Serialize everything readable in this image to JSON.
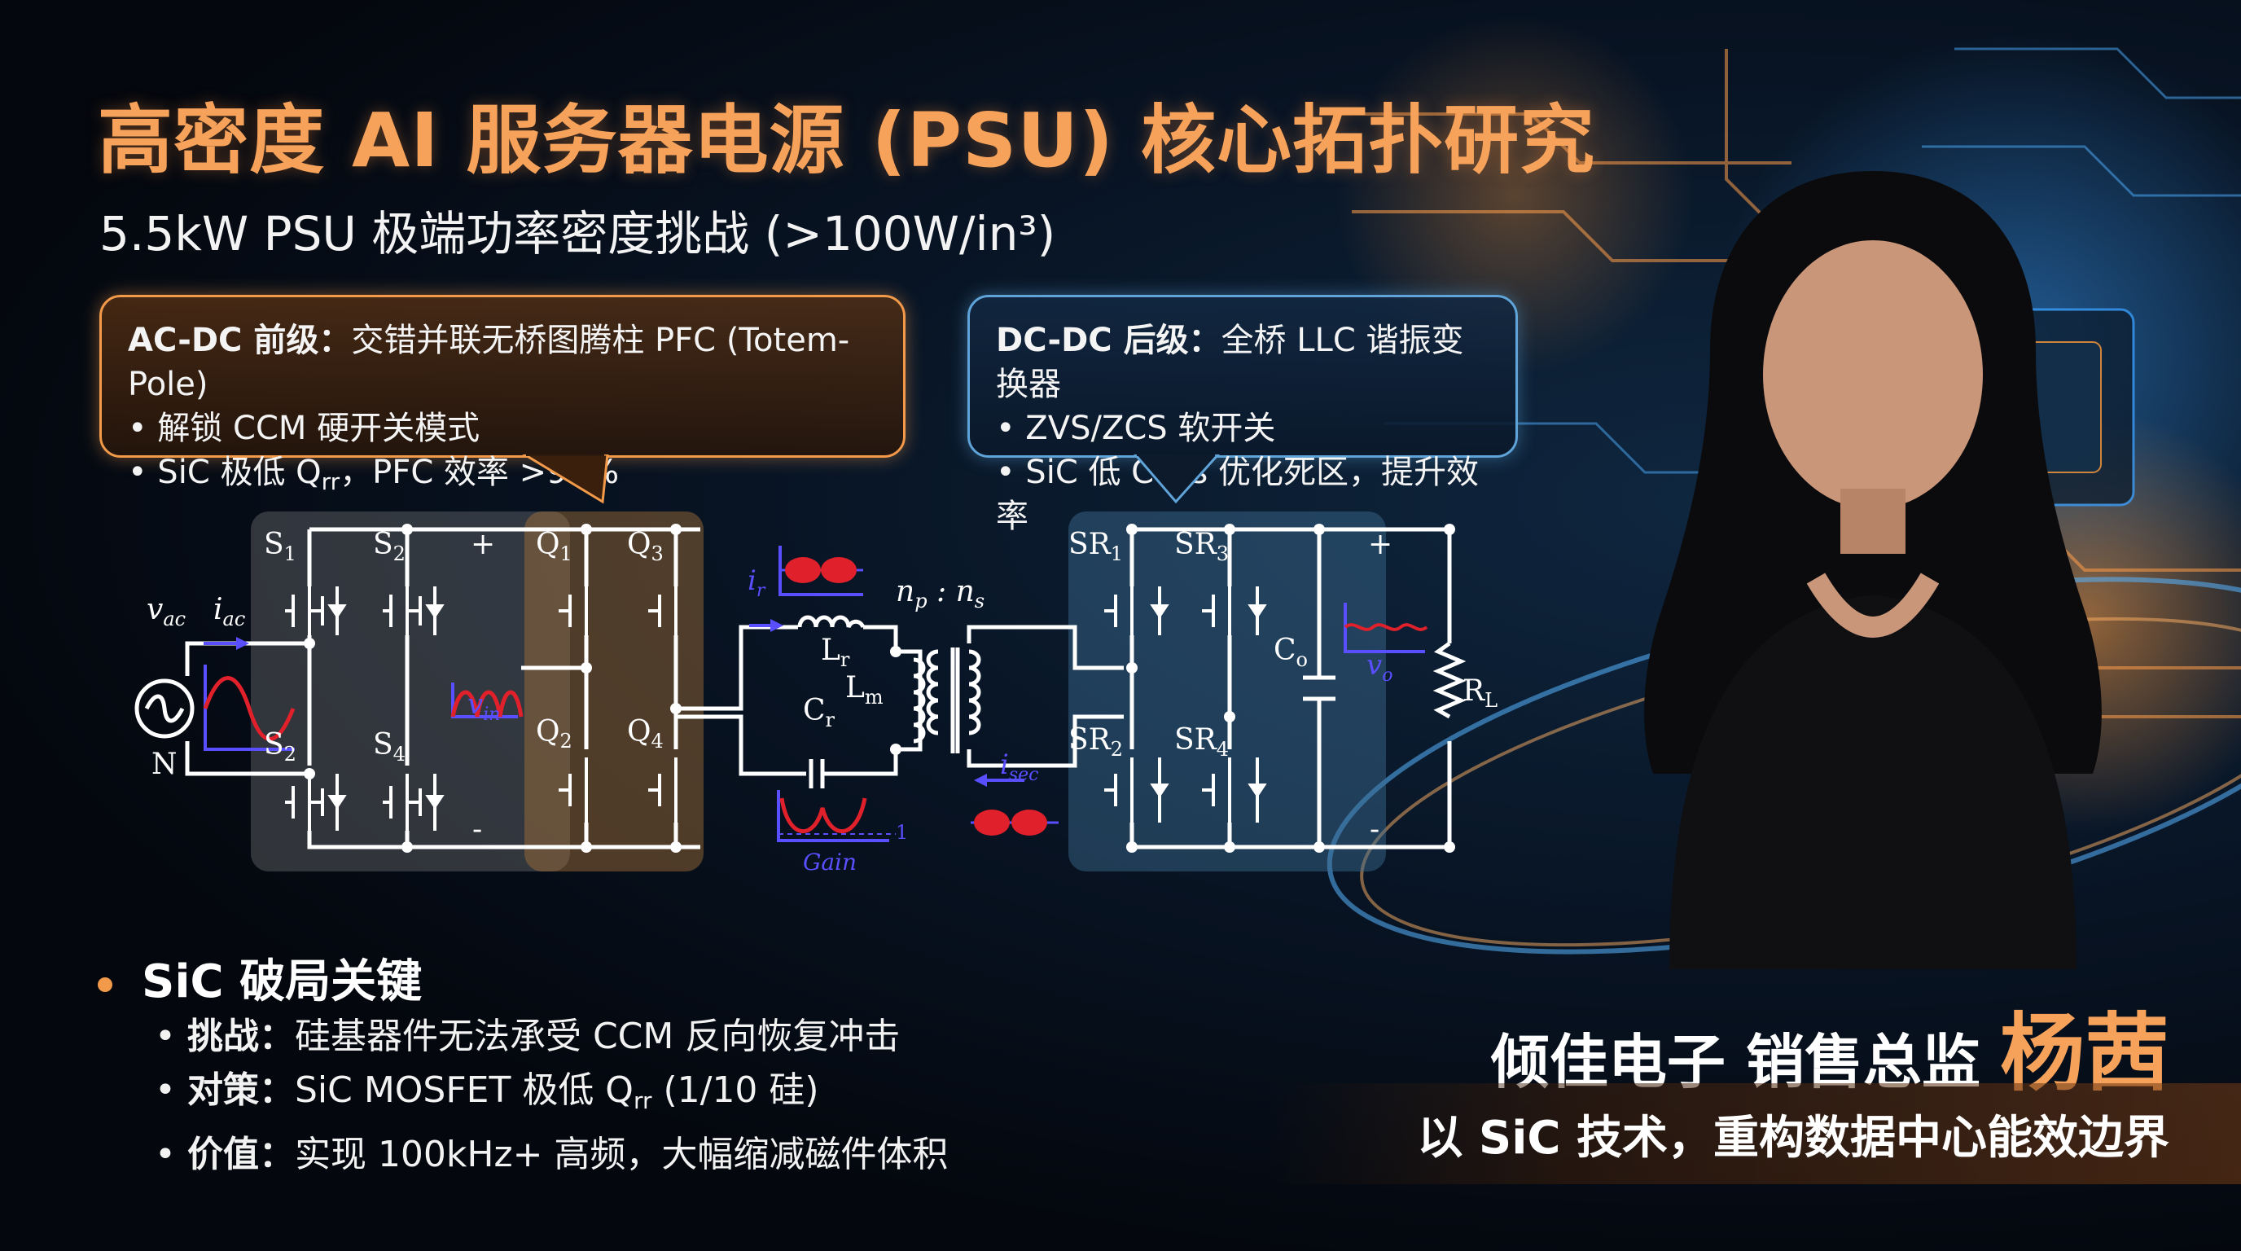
{
  "header": {
    "title": "高密度 AI 服务器电源 (PSU) 核心拓扑研究",
    "subtitle": "5.5kW PSU 极端功率密度挑战 (>100W/in³)"
  },
  "callout_left": {
    "head_bold": "AC-DC 前级：",
    "head_rest": "交错并联无桥图腾柱 PFC (Totem-Pole)",
    "item1": "• 解锁 CCM 硬开关模式",
    "item2_pre": "• SiC 极低 Q",
    "item2_sub": "rr",
    "item2_post": "，PFC 效率 >99%"
  },
  "callout_right": {
    "head_bold": "DC-DC 后级：",
    "head_rest": "全桥 LLC 谐振变换器",
    "item1": "• ZVS/ZCS 软开关",
    "item2": "• SiC 低 Coss 优化死区，提升效率"
  },
  "circuit": {
    "s1": "S",
    "s1_sub": "1",
    "s2": "S",
    "s2_sub": "2",
    "s3": "S",
    "s3_sub": "2",
    "s4": "S",
    "s4_sub": "4",
    "q1": "Q",
    "q1_sub": "1",
    "q2": "Q",
    "q2_sub": "2",
    "q3": "Q",
    "q3_sub": "3",
    "q4": "Q",
    "q4_sub": "4",
    "sr1": "SR",
    "sr1_sub": "1",
    "sr2": "SR",
    "sr2_sub": "2",
    "sr3": "SR",
    "sr3_sub": "3",
    "sr4": "SR",
    "sr4_sub": "4",
    "vac": "v",
    "vac_sub": "ac",
    "iac": "i",
    "iac_sub": "ac",
    "neutral": "N",
    "vin": "v",
    "vin_sub": "in",
    "plus": "+",
    "minus": "-",
    "ir": "i",
    "ir_sub": "r",
    "lr": "L",
    "lr_sub": "r",
    "lm": "L",
    "lm_sub": "m",
    "cr": "C",
    "cr_sub": "r",
    "np": "n",
    "np_sub": "p",
    "colon": ":",
    "ns": "n",
    "ns_sub": "s",
    "isec": "i",
    "isec_sub": "sec",
    "gain": "Gain",
    "gain_one": "1",
    "co": "C",
    "co_sub": "o",
    "vo": "v",
    "vo_sub": "o",
    "rl": "R",
    "rl_sub": "L",
    "colors": {
      "pfc_box": "#8f8f8f",
      "llc_box": "#a8743a",
      "sr_box": "#3f6f95",
      "wave_red": "#e0202a",
      "wave_blue": "#5a4fff"
    }
  },
  "section": {
    "heading": "SiC 破局关键",
    "b1_label": "挑战：",
    "b1_text": "硅基器件无法承受 CCM 反向恢复冲击",
    "b2_label": "对策：",
    "b2_text_pre": "SiC MOSFET 极低 Q",
    "b2_sub": "rr",
    "b2_text_post": " (1/10 硅)",
    "b3_label": "价值：",
    "b3_text": "实现 100kHz+ 高频，大幅缩减磁件体积"
  },
  "presenter": {
    "org_title": "倾佳电子 销售总监",
    "name": "杨茜",
    "tagline": "以 SiC 技术，重构数据中心能效边界"
  }
}
